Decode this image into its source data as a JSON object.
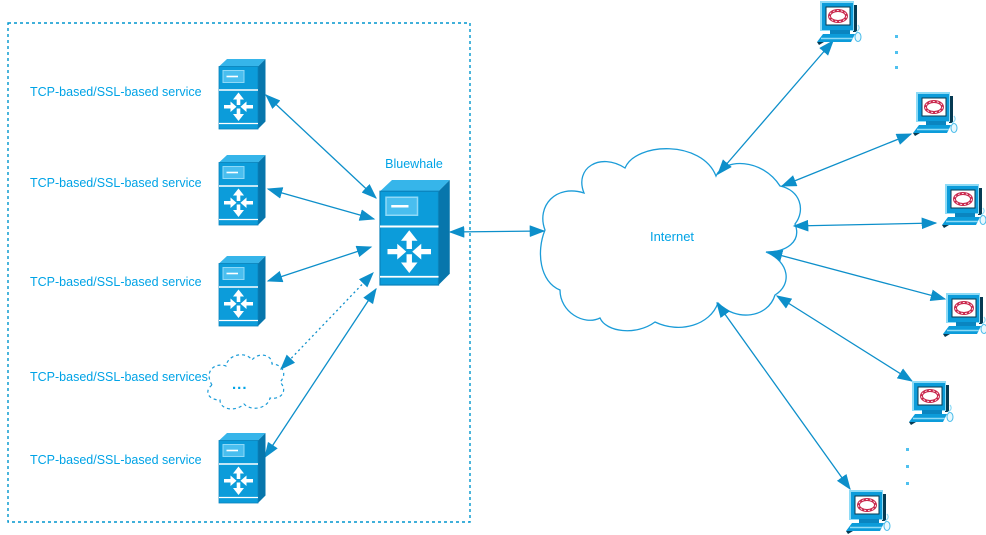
{
  "diagram": {
    "zone": {
      "services": [
        {
          "label": "TCP-based/SSL-based service",
          "kind": "server"
        },
        {
          "label": "TCP-based/SSL-based service",
          "kind": "server"
        },
        {
          "label": "TCP-based/SSL-based service",
          "kind": "server"
        },
        {
          "label": "TCP-based/SSL-based services",
          "kind": "cloud-more"
        },
        {
          "label": "TCP-based/SSL-based service",
          "kind": "server"
        }
      ],
      "more_services_ellipsis": "..."
    },
    "gateway": {
      "label": "Bluewhale"
    },
    "internet": {
      "label": "Internet"
    },
    "clients": {
      "visible_count": 6,
      "more_indicator": "vertical-dots"
    },
    "colors": {
      "label_text": "#00A3E6",
      "line": "#0D8FCA",
      "node_blue": "#0C9CDA",
      "node_side": "#0776AC",
      "node_top": "#36B5EA",
      "bay_panel": "#49BEEF",
      "screen_ring_red": "#C9294E",
      "dashed_border": "#0096CE",
      "dots": "#4FC1EF"
    }
  }
}
